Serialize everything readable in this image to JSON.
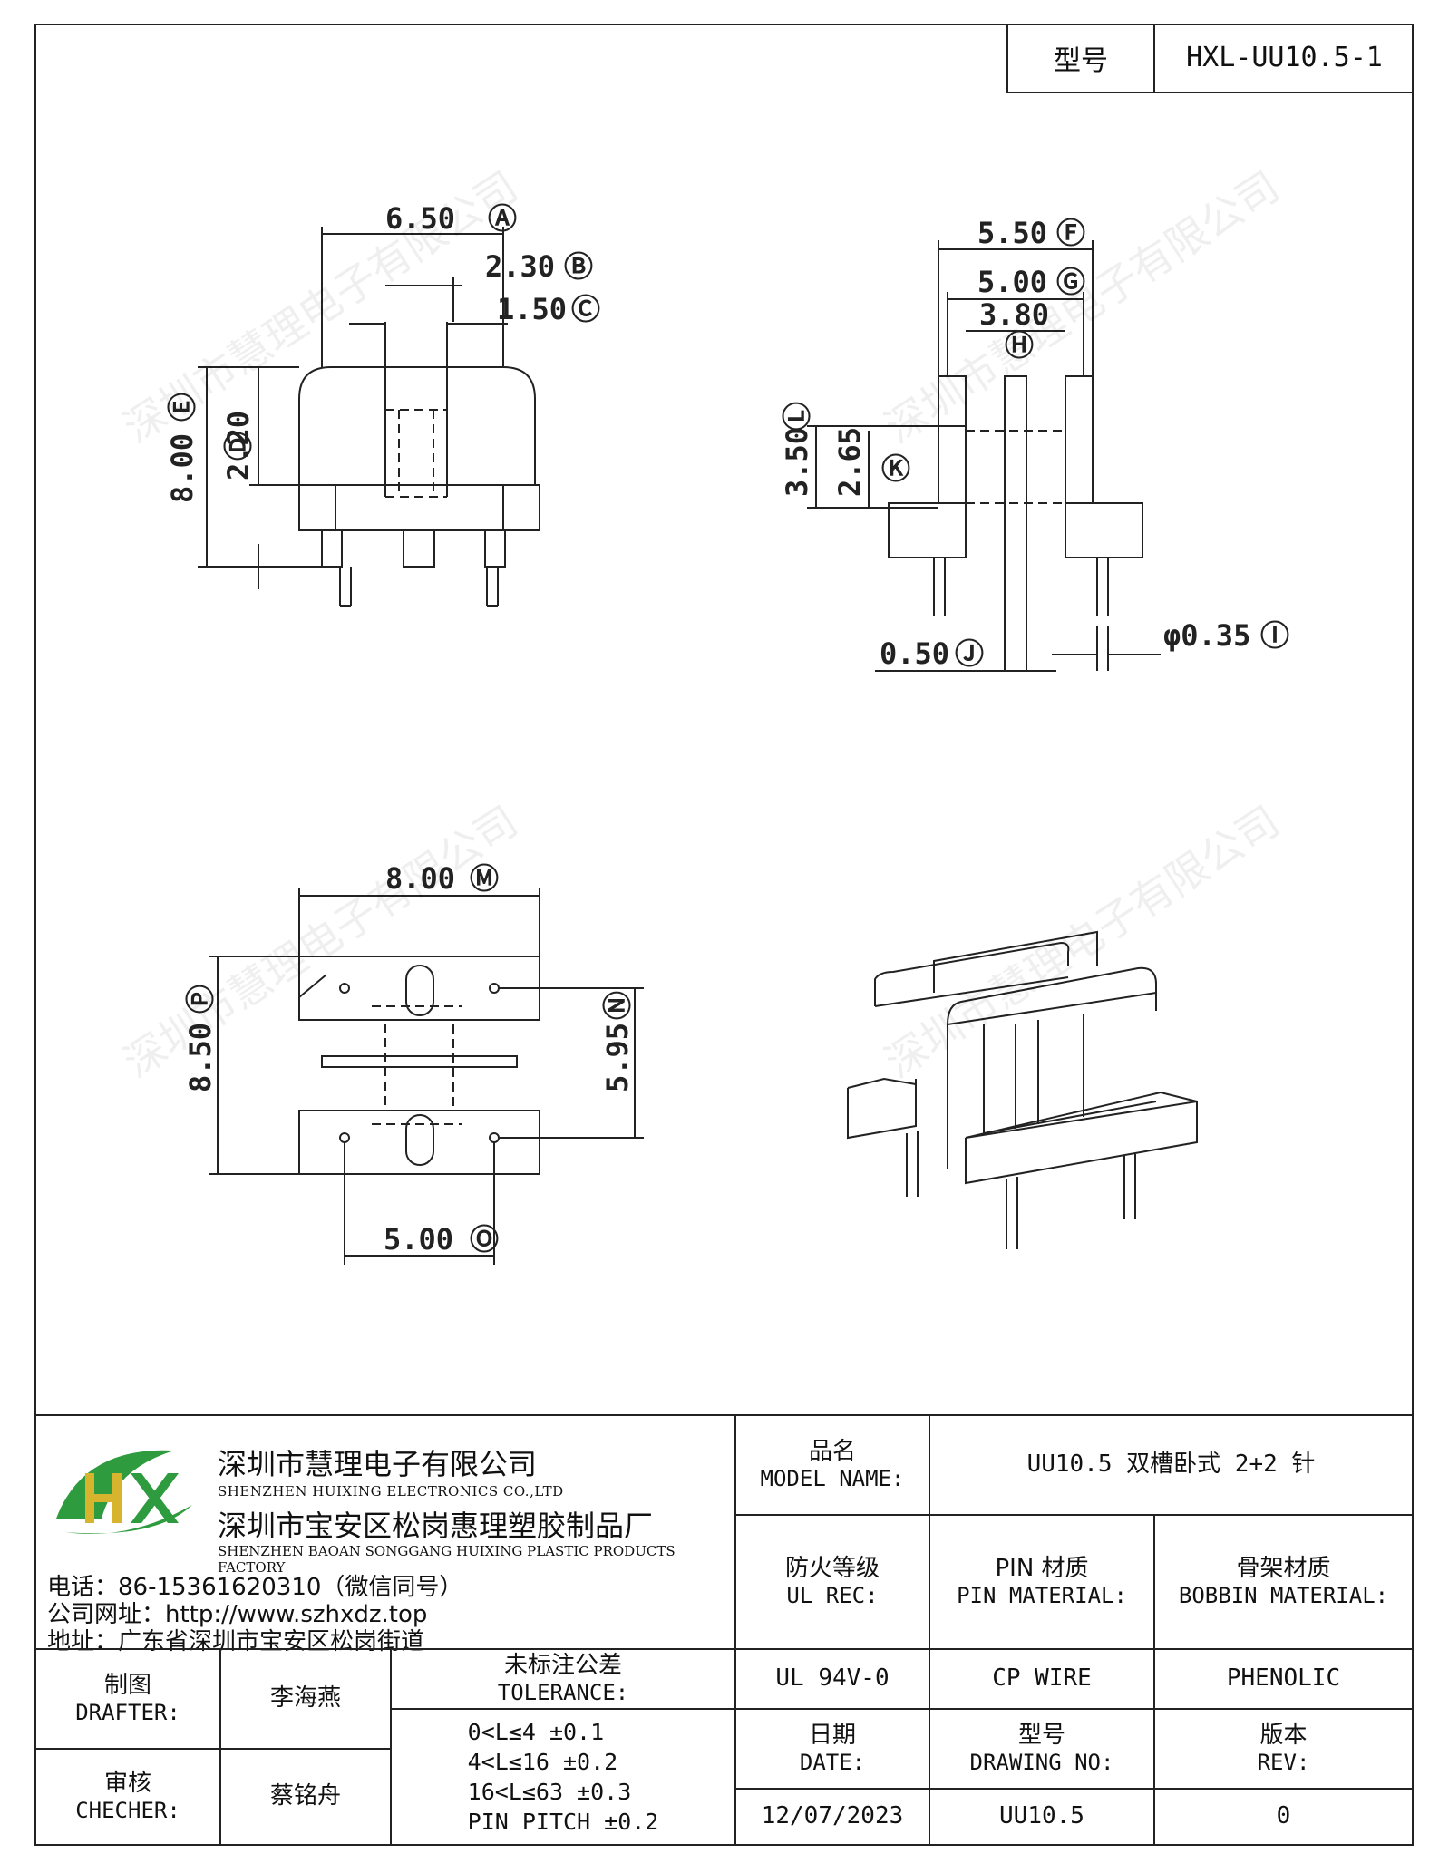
{
  "header": {
    "model_label": "型号",
    "model_value": "HXL-UU10.5-1"
  },
  "dimensions": {
    "A": "6.50",
    "B": "2.30",
    "C": "1.50",
    "D": "2.20",
    "E": "8.00",
    "F": "5.50",
    "G": "5.00",
    "H": "3.80",
    "I": "φ0.35",
    "J": "0.50",
    "K": "2.65",
    "L": "3.50",
    "M": "8.00",
    "N": "5.95",
    "O": "5.00",
    "P": "8.50"
  },
  "dimension_letters": {
    "A": "Ⓐ",
    "B": "Ⓑ",
    "C": "Ⓒ",
    "D": "Ⓓ",
    "E": "Ⓔ",
    "F": "Ⓕ",
    "G": "Ⓖ",
    "H": "Ⓗ",
    "I": "Ⓘ",
    "J": "Ⓙ",
    "K": "Ⓚ",
    "L": "Ⓛ",
    "M": "Ⓜ",
    "N": "Ⓝ",
    "O": "Ⓞ",
    "P": "Ⓟ"
  },
  "watermark": "深圳市慧理电子有限公司",
  "company": {
    "logo_text": "HX",
    "name_cn": "深圳市慧理电子有限公司",
    "name_en": "SHENZHEN HUIXING ELECTRONICS CO.,LTD",
    "factory_cn": "深圳市宝安区松岗惠理塑胶制品厂",
    "factory_en": "SHENZHEN BAOAN SONGGANG HUIXING PLASTIC PRODUCTS FACTORY",
    "phone": "电话：86-15361620310（微信同号）",
    "website": "公司网址：http://www.szhxdz.top",
    "address": "地址：广东省深圳市宝安区松岗街道"
  },
  "titleblock": {
    "model_name_cn": "品名",
    "model_name_en": "MODEL NAME:",
    "model_name_value": "UU10.5 双槽卧式 2+2 针",
    "fire_cn": "防火等级",
    "fire_en": "UL REC:",
    "pin_cn": "PIN 材质",
    "pin_en": "PIN MATERIAL:",
    "bobbin_cn": "骨架材质",
    "bobbin_en": "BOBBIN MATERIAL:",
    "fire_value": "UL 94V-0",
    "pin_value": "CP WIRE",
    "bobbin_value": "PHENOLIC",
    "drafter_cn": "制图",
    "drafter_en": "DRAFTER:",
    "drafter_name": "李海燕",
    "checker_cn": "审核",
    "checker_en": "CHECHER:",
    "checker_name": "蔡铭舟",
    "tolerance_cn": "未标注公差",
    "tolerance_en": "TOLERANCE:",
    "tolerance_lines": [
      "0<L≤4   ±0.1",
      "4<L≤16  ±0.2",
      "16<L≤63  ±0.3",
      "PIN PITCH  ±0.2"
    ],
    "date_cn": "日期",
    "date_en": "DATE:",
    "date_value": "12/07/2023",
    "drawing_no_cn": "型号",
    "drawing_no_en": "DRAWING NO:",
    "drawing_no_value": "UU10.5",
    "rev_cn": "版本",
    "rev_en": "REV:",
    "rev_value": "0"
  }
}
